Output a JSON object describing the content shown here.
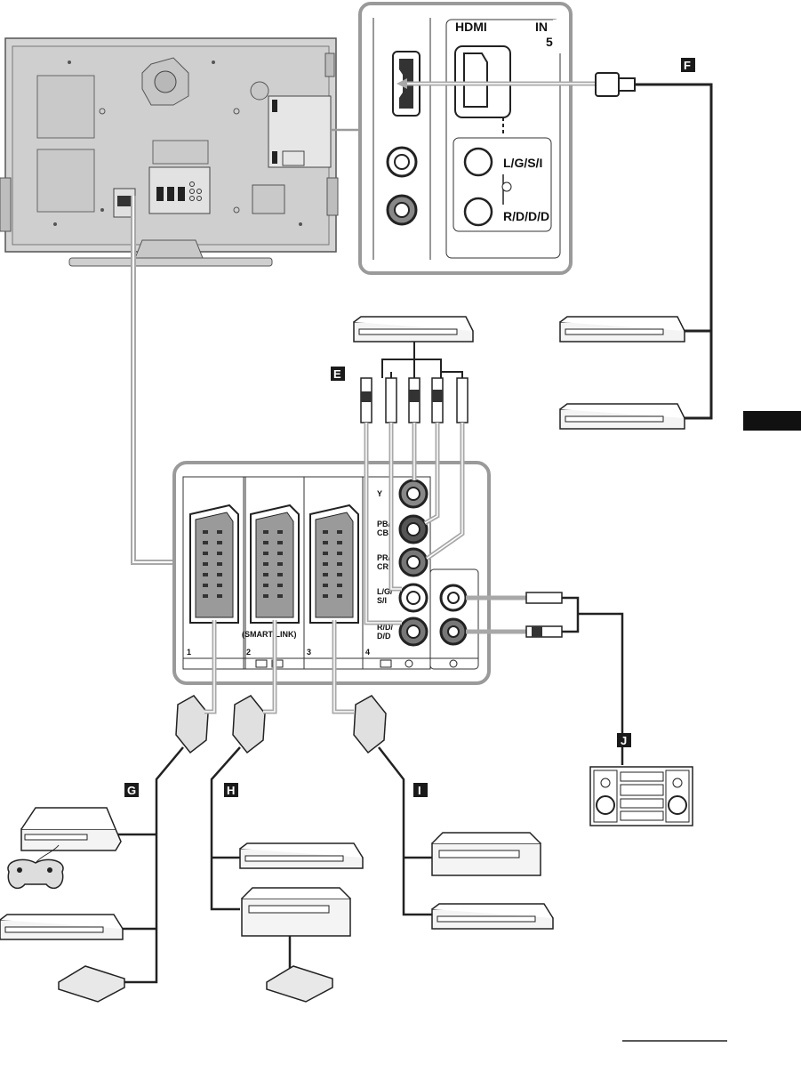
{
  "colors": {
    "panel_bg": "#ffffff",
    "panel_border": "#9a9a9a",
    "cable_grey": "#a8a8a8",
    "cable_black": "#222222",
    "tv_body": "#d0d0d0",
    "device_fill": "#f4f4f4",
    "callout_fill": "#1a1a1a",
    "side_tab": "#111111"
  },
  "hdmi_panel": {
    "logo": "HDMI",
    "in_label": "IN",
    "port_number": "5",
    "audio_left_label": "L/G/S/I",
    "audio_right_label": "R/D/D/D"
  },
  "callouts": {
    "E": "E",
    "F": "F",
    "G": "G",
    "H": "H",
    "I": "I",
    "J": "J"
  },
  "rear_panel": {
    "port_1": "1",
    "port_2": "2",
    "port_3": "3",
    "port_4": "4",
    "smartlink": "(SMART LINK)",
    "y_label": "Y",
    "pb_label_1": "PB/",
    "pb_label_2": "CB",
    "pr_label_1": "PR/",
    "pr_label_2": "CR",
    "audio_l_1": "L/G/",
    "audio_l_2": "S/I",
    "audio_r_1": "R/D/",
    "audio_r_2": "D/D"
  },
  "icons": [
    "tv-rear-icon",
    "hdmi-connector-icon",
    "scart-plug-icon",
    "rca-plug-icon",
    "dvd-player-icon",
    "vcr-icon",
    "game-console-icon",
    "decoder-icon",
    "hifi-system-icon"
  ]
}
